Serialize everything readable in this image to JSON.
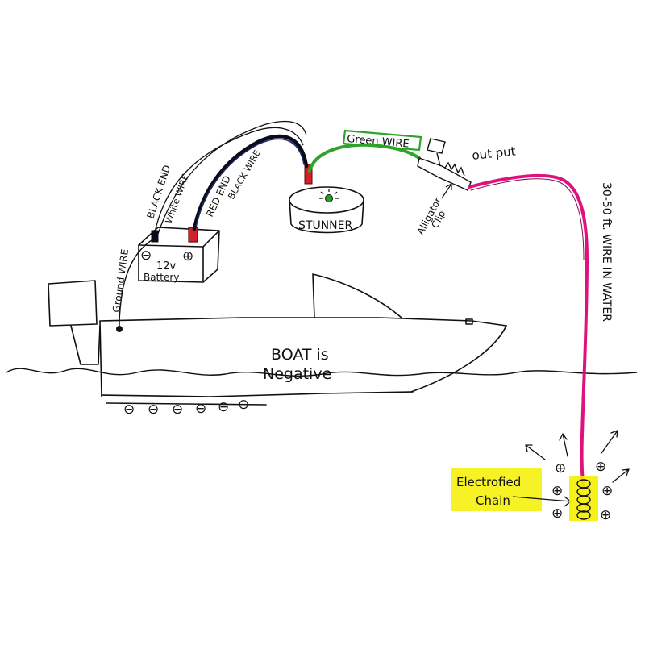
{
  "labels": {
    "battery_line1": "12v",
    "battery_line2": "Battery",
    "battery_minus": "⊖",
    "battery_plus": "⊕",
    "black_end": "BLACK END",
    "white_wire": "White WIRE",
    "red_end": "RED END",
    "black_wire": "BLACK WIRE",
    "green_wire": "Green WIRE",
    "stunner": "STUNNER",
    "output": "out put",
    "alligator_line1": "Alligator",
    "alligator_line2": "Clip",
    "ground_wire": "Ground WIRE",
    "boat_line1": "BOAT is",
    "boat_line2": "Negative",
    "wire_in_water": "30-50 ft. WIRE IN WATER",
    "chain_line1": "Electrofied",
    "chain_line2": "Chain"
  },
  "symbols": {
    "negative": "⊖",
    "positive": "⊕"
  },
  "colors": {
    "ink": "#111111",
    "black_wire": "#0a0a18",
    "navy_wire": "#1b2a6b",
    "red_wire": "#d3202a",
    "green_wire": "#2fa32a",
    "pink_wire": "#e0117f",
    "highlighter": "#f5f000",
    "stunner_light": "#1fa51f"
  }
}
